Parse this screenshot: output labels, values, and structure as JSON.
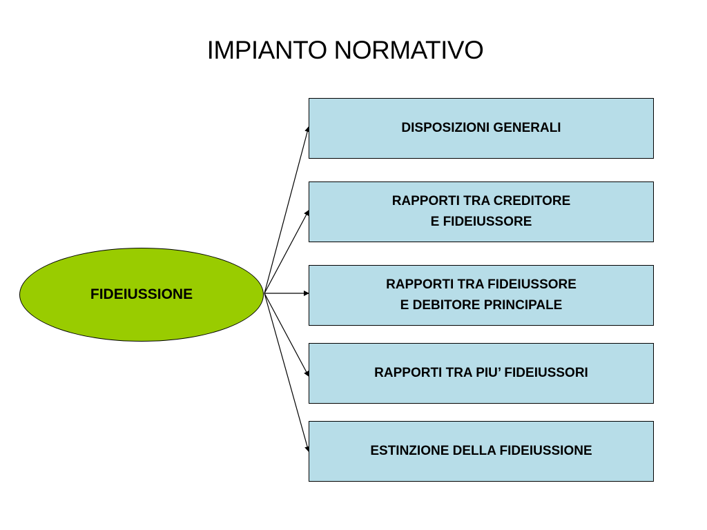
{
  "title": "IMPIANTO NORMATIVO",
  "center": {
    "label": "FIDEIUSSIONE",
    "fill": "#99cc00"
  },
  "boxes": [
    {
      "label": "DISPOSIZIONI GENERALI"
    },
    {
      "label": "RAPPORTI TRA CREDITORE\nE FIDEIUSSORE"
    },
    {
      "label": "RAPPORTI TRA FIDEIUSSORE\nE DEBITORE PRINCIPALE"
    },
    {
      "label": "RAPPORTI TRA PIU’ FIDEIUSSORI"
    },
    {
      "label": "ESTINZIONE DELLA FIDEIUSSIONE"
    }
  ],
  "box_fill": "#b7dde8",
  "edges": [
    {
      "from": "center",
      "to": "box-0"
    },
    {
      "from": "center",
      "to": "box-1"
    },
    {
      "from": "center",
      "to": "box-2"
    },
    {
      "from": "center",
      "to": "box-3"
    },
    {
      "from": "center",
      "to": "box-4"
    }
  ]
}
